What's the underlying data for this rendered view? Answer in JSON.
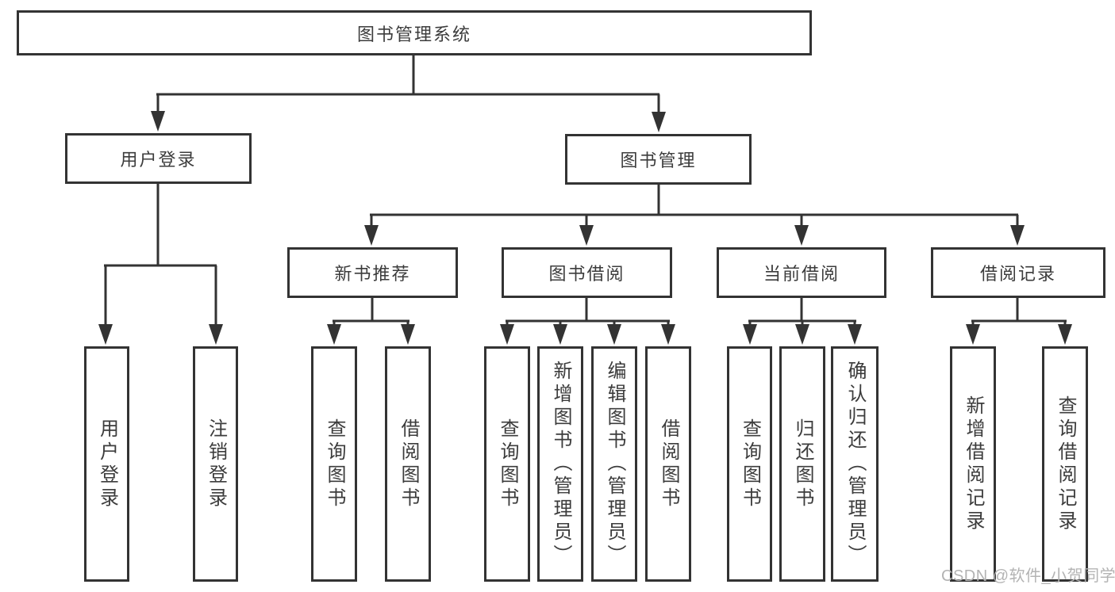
{
  "diagram_title": "图书管理系统",
  "tree": {
    "label": "图书管理系统",
    "children": [
      {
        "label": "用户登录",
        "children": [
          {
            "label": "用户登录"
          },
          {
            "label": "注销登录"
          }
        ]
      },
      {
        "label": "图书管理",
        "children": [
          {
            "label": "新书推荐",
            "children": [
              {
                "label": "查询图书"
              },
              {
                "label": "借阅图书"
              }
            ]
          },
          {
            "label": "图书借阅",
            "children": [
              {
                "label": "查询图书"
              },
              {
                "label": "新增图书（管理员）"
              },
              {
                "label": "编辑图书（管理员）"
              },
              {
                "label": "借阅图书"
              }
            ]
          },
          {
            "label": "当前借阅",
            "children": [
              {
                "label": "查询图书"
              },
              {
                "label": "归还图书"
              },
              {
                "label": "确认归还（管理员）"
              }
            ]
          },
          {
            "label": "借阅记录",
            "children": [
              {
                "label": "新增借阅记录"
              },
              {
                "label": "查询借阅记录"
              }
            ]
          }
        ]
      }
    ]
  },
  "watermark": {
    "text": "CSDN @软件_小贺同学"
  },
  "colors": {
    "line": "#333333",
    "box_border": "#333333",
    "box_fill": "#ffffff",
    "text": "#3c3c3c",
    "watermark": "#b3b3b3",
    "background": "#ffffff"
  }
}
